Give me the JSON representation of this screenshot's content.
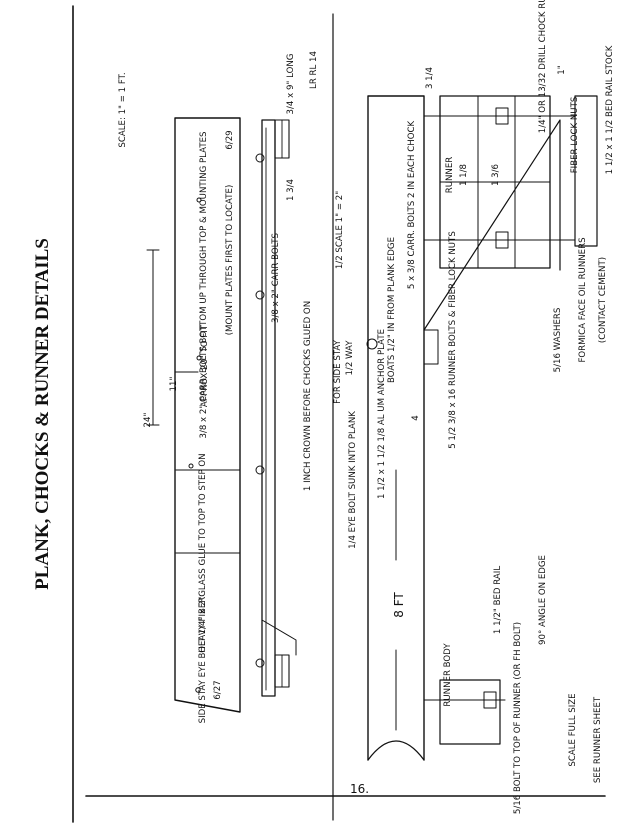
{
  "page_title": "PLANK, CHOCKS & RUNNER DETAILS",
  "page_number": "16.",
  "top_plank": {
    "scale": "SCALE: 1\" = 1 FT.",
    "length_24": "24\"",
    "dim_11": "11\"",
    "approx": "APPROX 20\" TO FIT",
    "carr_bolts_note": "3/8 x 2\" CARR. BOLTS BOTTOM UP THROUGH TOP & MOUNTING PLATES",
    "mount_plates_note": "(MOUNT PLATES FIRST TO LOCATE)",
    "date_right": "6/29",
    "heavy_fiberglass": "HEAVY FIBERGLASS GLUE TO TOP TO STEP ON",
    "side_stay": "SIDE STAY EYE BOLT 1/4\" x 2\"",
    "date_left": "6/27",
    "crown_note": "1 INCH CROWN BEFORE CHOCKS GLUED ON",
    "carr_bolts_small": "3/8 x 2\" CARR BOLTS",
    "long_note": "3/4 x 9\" LONG",
    "lr": "LR RL 14",
    "dim_small": "1 3/4"
  },
  "bottom_plank": {
    "scale": "1/2 SCALE 1\" = 2\"",
    "eye_bolt": "1/4 EYE BOLT SUNK INTO PLANK",
    "for_side_stay": "FOR SIDE STAY",
    "half_way": "1/2 WAY",
    "angle_plate": "1 1/2 x 1 1/2 1/8 AL UM ANCHOR PLATE",
    "dim_4": "4",
    "boats": "BOATS 1/2\" IN FROM PLANK EDGE",
    "carr_bolts": "5 x 3/8 CARR. BOLTS 2 IN EACH CHOCK",
    "runner_bolts": "5 1/2 3/8 x 16 RUNNER BOLTS & FIBER LOCK NUTS",
    "washers": "5/16 WASHERS",
    "formica": "FORMICA FACE OIL RUNNERS",
    "contact": "(CONTACT CEMENT)",
    "drill_note": "1/4\" OR 13/32 DRILL CHOCK RUNNERS",
    "fiber_lock": "FIBER LOCK NUTS",
    "dim_3_4": "3 1/4",
    "dim_1": "1\"",
    "runner": "RUNNER",
    "dim_1_8": "1 1/8",
    "dim_1_6": "1 3/6",
    "bed_rail": "1 1/2 x 1 1/2 BED RAIL STOCK",
    "eight_ft": "8 FT",
    "runner_body": "RUNNER BODY",
    "bed_rail_2": "1 1/2\" BED RAIL",
    "angle_edge": "90° ANGLE ON EDGE",
    "bolt_note": "5/16 BOLT TO TOP OF RUNNER (OR FH BOLT)",
    "scale_full": "SCALE FULL SIZE",
    "see_runner": "SEE RUNNER SHEET"
  }
}
